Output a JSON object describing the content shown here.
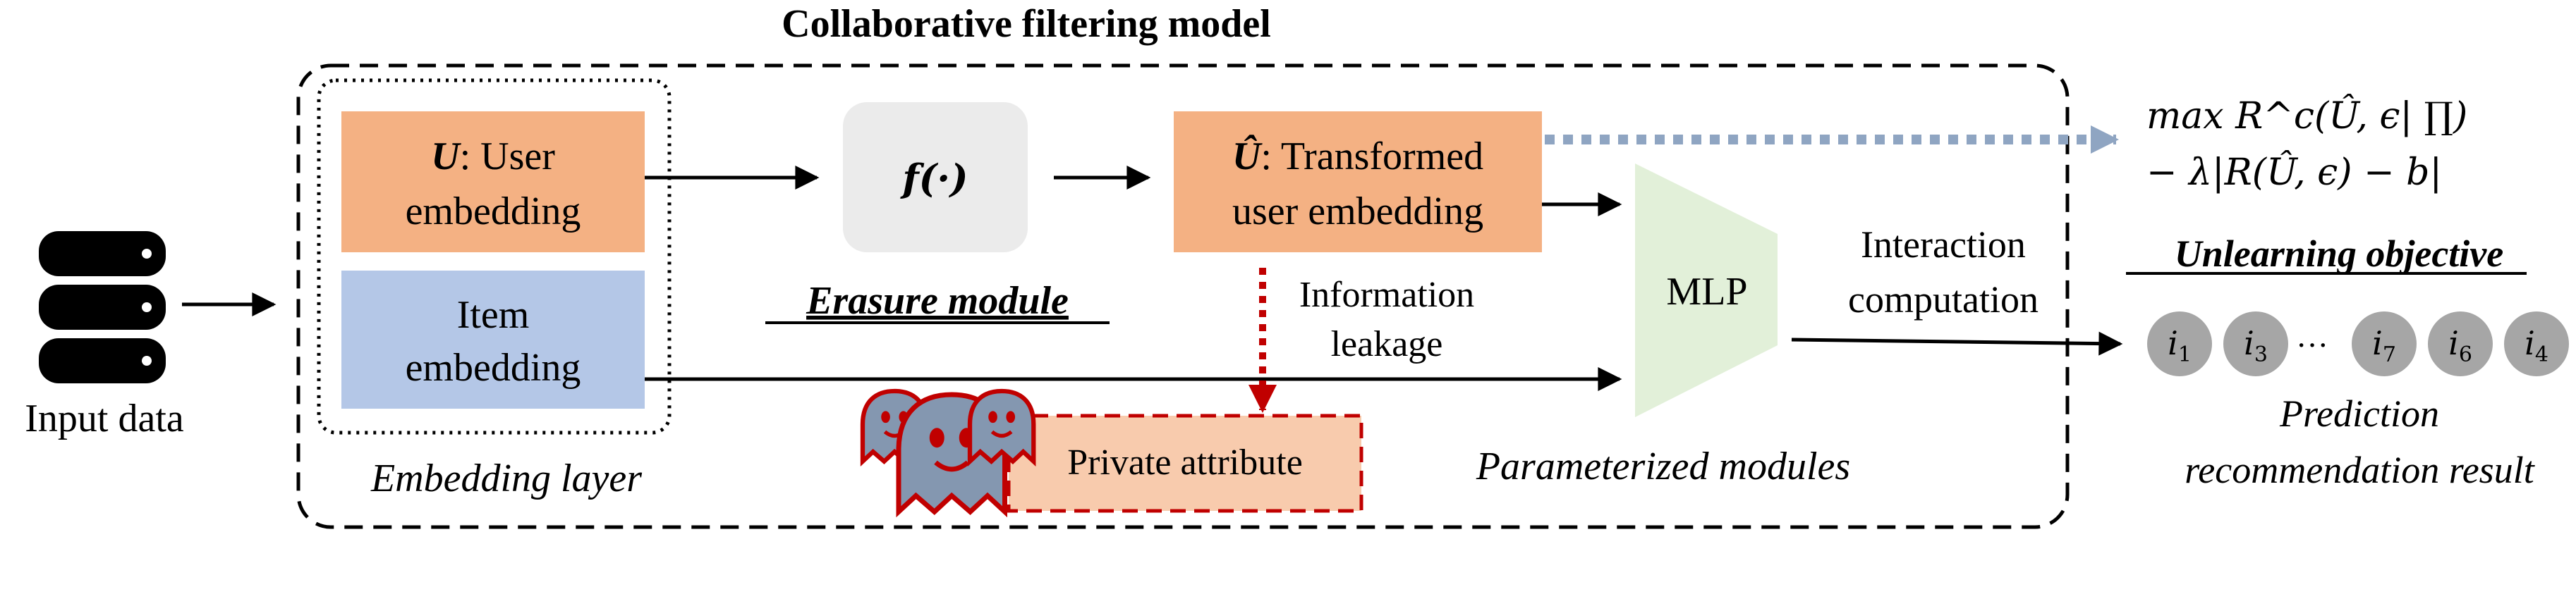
{
  "title": "Collaborative filtering model",
  "input": {
    "label": "Input data"
  },
  "embedding_layer": {
    "caption": "Embedding layer",
    "user_box": {
      "symbol": "U",
      "line1_rest": ": User",
      "line2": "embedding"
    },
    "item_box": {
      "line1": "Item",
      "line2": "embedding"
    }
  },
  "erasure_module": {
    "function": "f(·)",
    "caption": "Erasure module"
  },
  "transformed_box": {
    "symbol": "Û",
    "line1_rest": ": Transformed",
    "line2": "user embedding"
  },
  "leakage": {
    "line1": "Information",
    "line2": "leakage"
  },
  "private_attribute": {
    "label": "Private attribute"
  },
  "mlp": {
    "label": "MLP",
    "caption": "Parameterized modules"
  },
  "interaction": {
    "line1": "Interaction",
    "line2": "computation"
  },
  "objective": {
    "line1": "max R^c(Û, ϵ| ∏)",
    "line2": "− λ|R(Û, ϵ) − b|",
    "caption": "Unlearning objective"
  },
  "prediction": {
    "items": [
      {
        "base": "i",
        "sub": "1"
      },
      {
        "base": "i",
        "sub": "3"
      },
      {
        "base": "i",
        "sub": "7"
      },
      {
        "base": "i",
        "sub": "6"
      },
      {
        "base": "i",
        "sub": "4"
      }
    ],
    "ellipsis": "···",
    "caption_line1": "Prediction",
    "caption_line2": "recommendation result"
  },
  "colors": {
    "user_box": "#F4B183",
    "item_box": "#B4C7E7",
    "erasure_box": "#EBEBEB",
    "mlp": "#E2F0D9",
    "private_box_fill": "#F8CBAD",
    "private_box_border": "#C00000",
    "leakage_arrow": "#C00000",
    "objective_arrow": "#8FA5C2",
    "item_circle": "#A6A6A6",
    "ghost_fill": "#8497B0",
    "ghost_outline": "#C00000"
  }
}
